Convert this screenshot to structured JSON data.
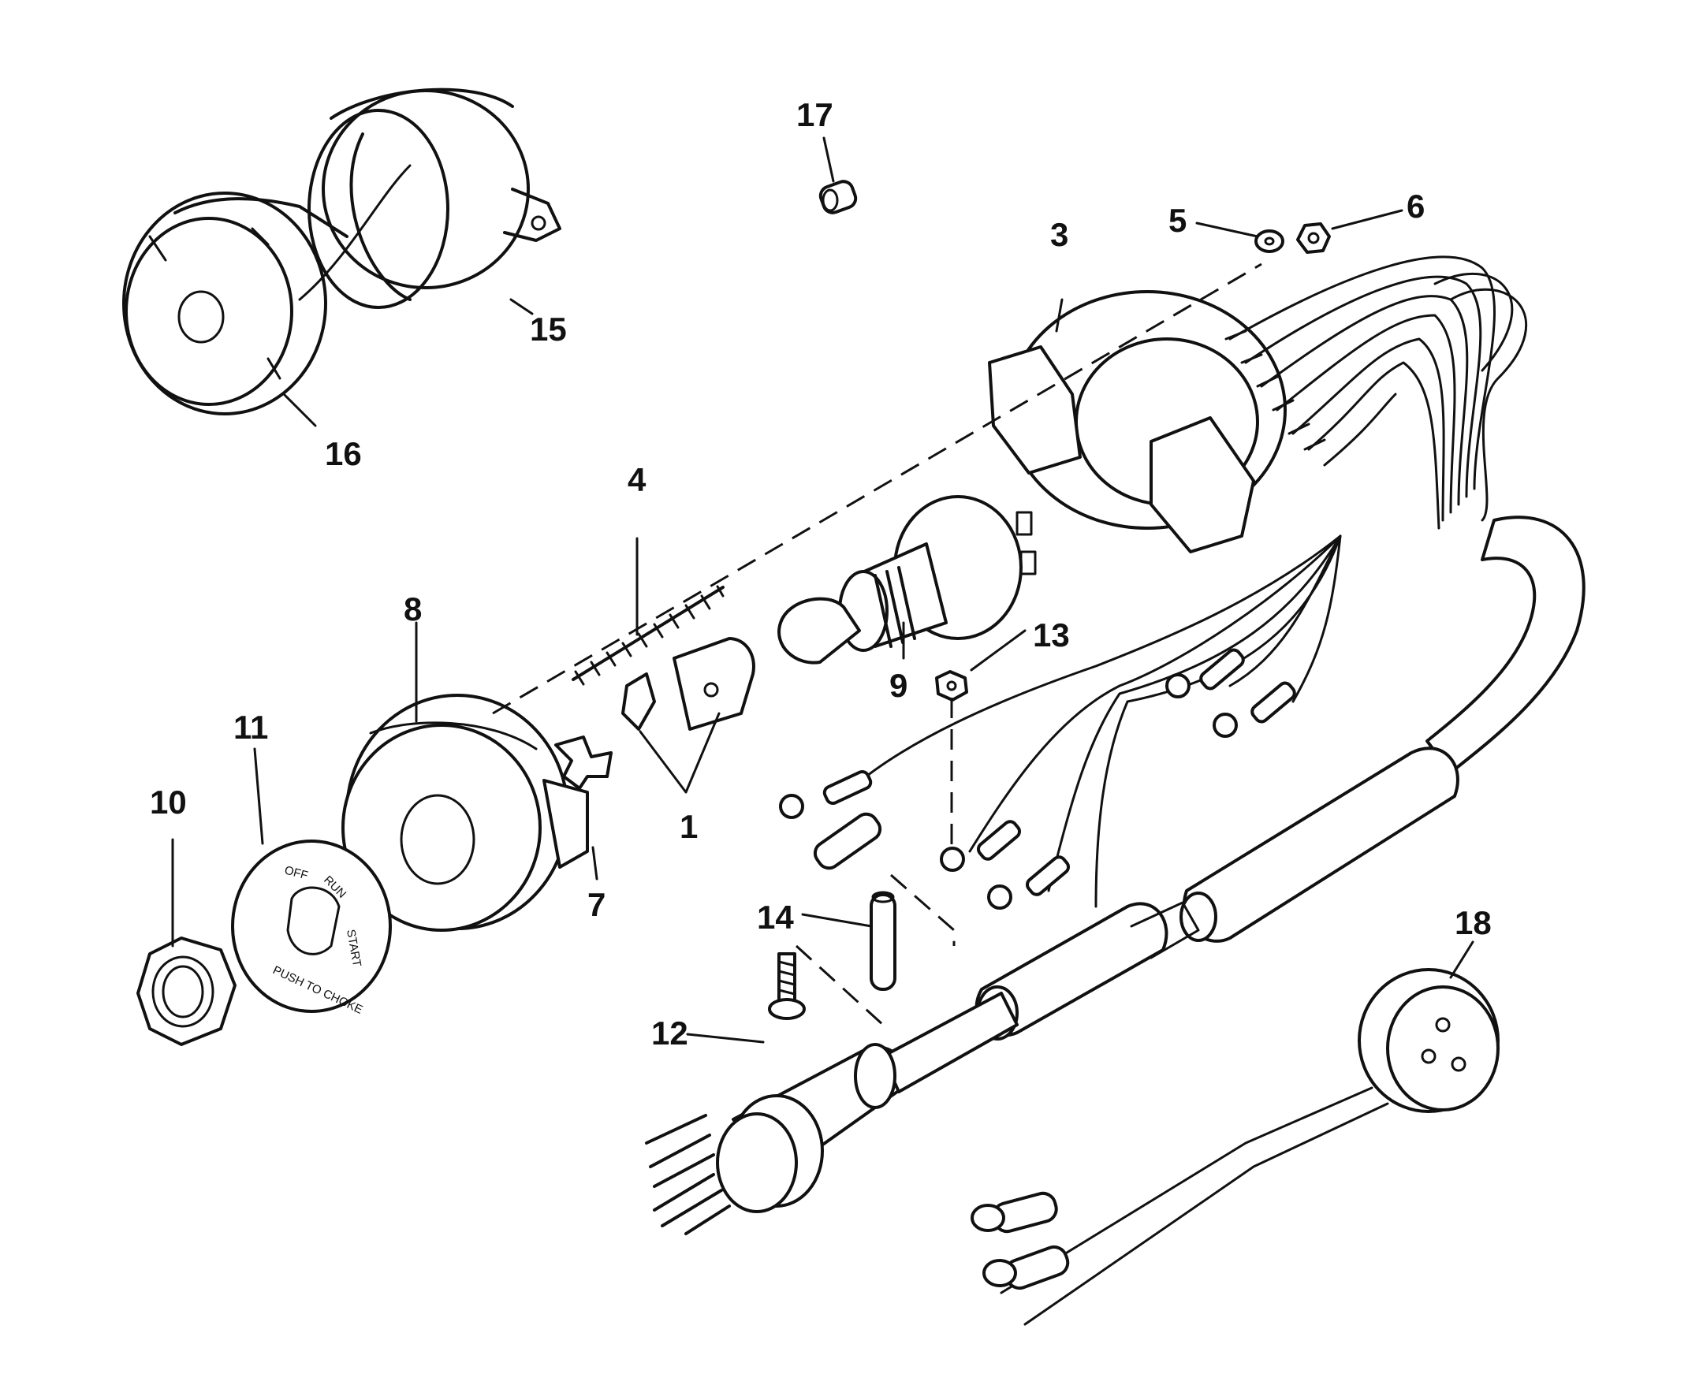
{
  "callouts": {
    "c1": "1",
    "c3": "3",
    "c4": "4",
    "c5": "5",
    "c6": "6",
    "c7": "7",
    "c8": "8",
    "c9": "9",
    "c10": "10",
    "c11": "11",
    "c12": "12",
    "c13": "13",
    "c14": "14",
    "c15": "15",
    "c16": "16",
    "c17": "17",
    "c18": "18"
  },
  "plate_text": {
    "off": "OFF",
    "run": "RUN",
    "start": "START",
    "push_to_choke": "PUSH TO CHOKE"
  }
}
